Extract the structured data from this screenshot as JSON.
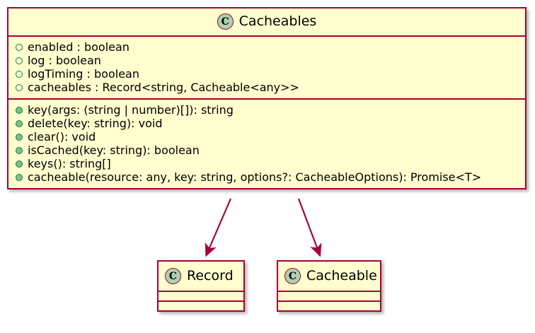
{
  "diagram": {
    "type": "uml-class-diagram",
    "background_color": "#FFFFFF",
    "class_fill_color": "#FEFECE",
    "class_border_color": "#A80036",
    "badge_fill_color": "#ADD1B2",
    "public_marker_color": "#84BE84",
    "marker_border_color": "#038048",
    "arrow_color": "#A80036"
  },
  "classes": {
    "cacheables": {
      "badge": "C",
      "badge_icon": "class-badge-icon",
      "name": "Cacheables",
      "attributes": [
        {
          "visibility": "protected",
          "marker": "open-circle-icon",
          "text": "enabled : boolean"
        },
        {
          "visibility": "protected",
          "marker": "open-circle-icon",
          "text": "log : boolean"
        },
        {
          "visibility": "protected",
          "marker": "open-circle-icon",
          "text": "logTiming : boolean"
        },
        {
          "visibility": "protected",
          "marker": "open-circle-icon",
          "text": "cacheables : Record<string, Cacheable<any>>"
        }
      ],
      "methods": [
        {
          "visibility": "public",
          "marker": "filled-circle-icon",
          "text": "key(args: (string | number)[]): string"
        },
        {
          "visibility": "public",
          "marker": "filled-circle-icon",
          "text": "delete(key: string): void"
        },
        {
          "visibility": "public",
          "marker": "filled-circle-icon",
          "text": "clear(): void"
        },
        {
          "visibility": "public",
          "marker": "filled-circle-icon",
          "text": "isCached(key: string): boolean"
        },
        {
          "visibility": "public",
          "marker": "filled-circle-icon",
          "text": "keys(): string[]"
        },
        {
          "visibility": "public",
          "marker": "filled-circle-icon",
          "text": "cacheable(resource: any, key: string, options?: CacheableOptions): Promise<T>"
        }
      ]
    },
    "record": {
      "badge": "C",
      "badge_icon": "class-badge-icon",
      "name": "Record",
      "attributes": [],
      "methods": []
    },
    "cacheable": {
      "badge": "C",
      "badge_icon": "class-badge-icon",
      "name": "Cacheable",
      "attributes": [],
      "methods": []
    }
  },
  "relationships": [
    {
      "from": "Cacheables",
      "to": "Record",
      "style": "dependency-arrow"
    },
    {
      "from": "Cacheables",
      "to": "Cacheable",
      "style": "dependency-arrow"
    }
  ]
}
